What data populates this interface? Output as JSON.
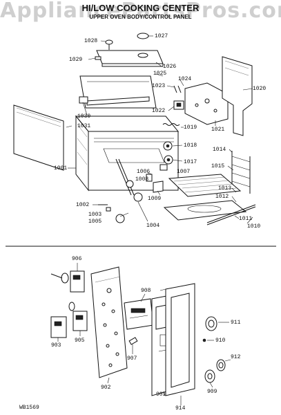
{
  "watermark": "AppliancePartsPros.com",
  "title": "HI/LOW COOKING CENTER",
  "subtitle": "UPPER OVEN BODY/CONTROL PANEL",
  "diagram_code": "WB1569",
  "labels": {
    "1001": "1001",
    "1002": "1002",
    "1003": "1003",
    "1004": "1004",
    "1005": "1005",
    "1006": "1006",
    "1007": "1007",
    "1008": "1008",
    "1009": "1009",
    "1010": "1010",
    "1011": "1011",
    "1012": "1012",
    "1013": "1013",
    "1014": "1014",
    "1015": "1015",
    "1017": "1017",
    "1018": "1018",
    "1019": "1019",
    "1020": "1020",
    "1021": "1021",
    "1022": "1022",
    "1023": "1023",
    "1024": "1024",
    "1025": "1025",
    "1026": "1026",
    "1027": "1027",
    "1028": "1028",
    "1029": "1029",
    "1030": "1030",
    "1031": "1031",
    "901": "901",
    "902": "902",
    "903": "903",
    "905": "905",
    "906": "906",
    "907": "907",
    "908": "908",
    "909": "909",
    "910": "910",
    "911": "911",
    "912": "912",
    "914": "914"
  }
}
